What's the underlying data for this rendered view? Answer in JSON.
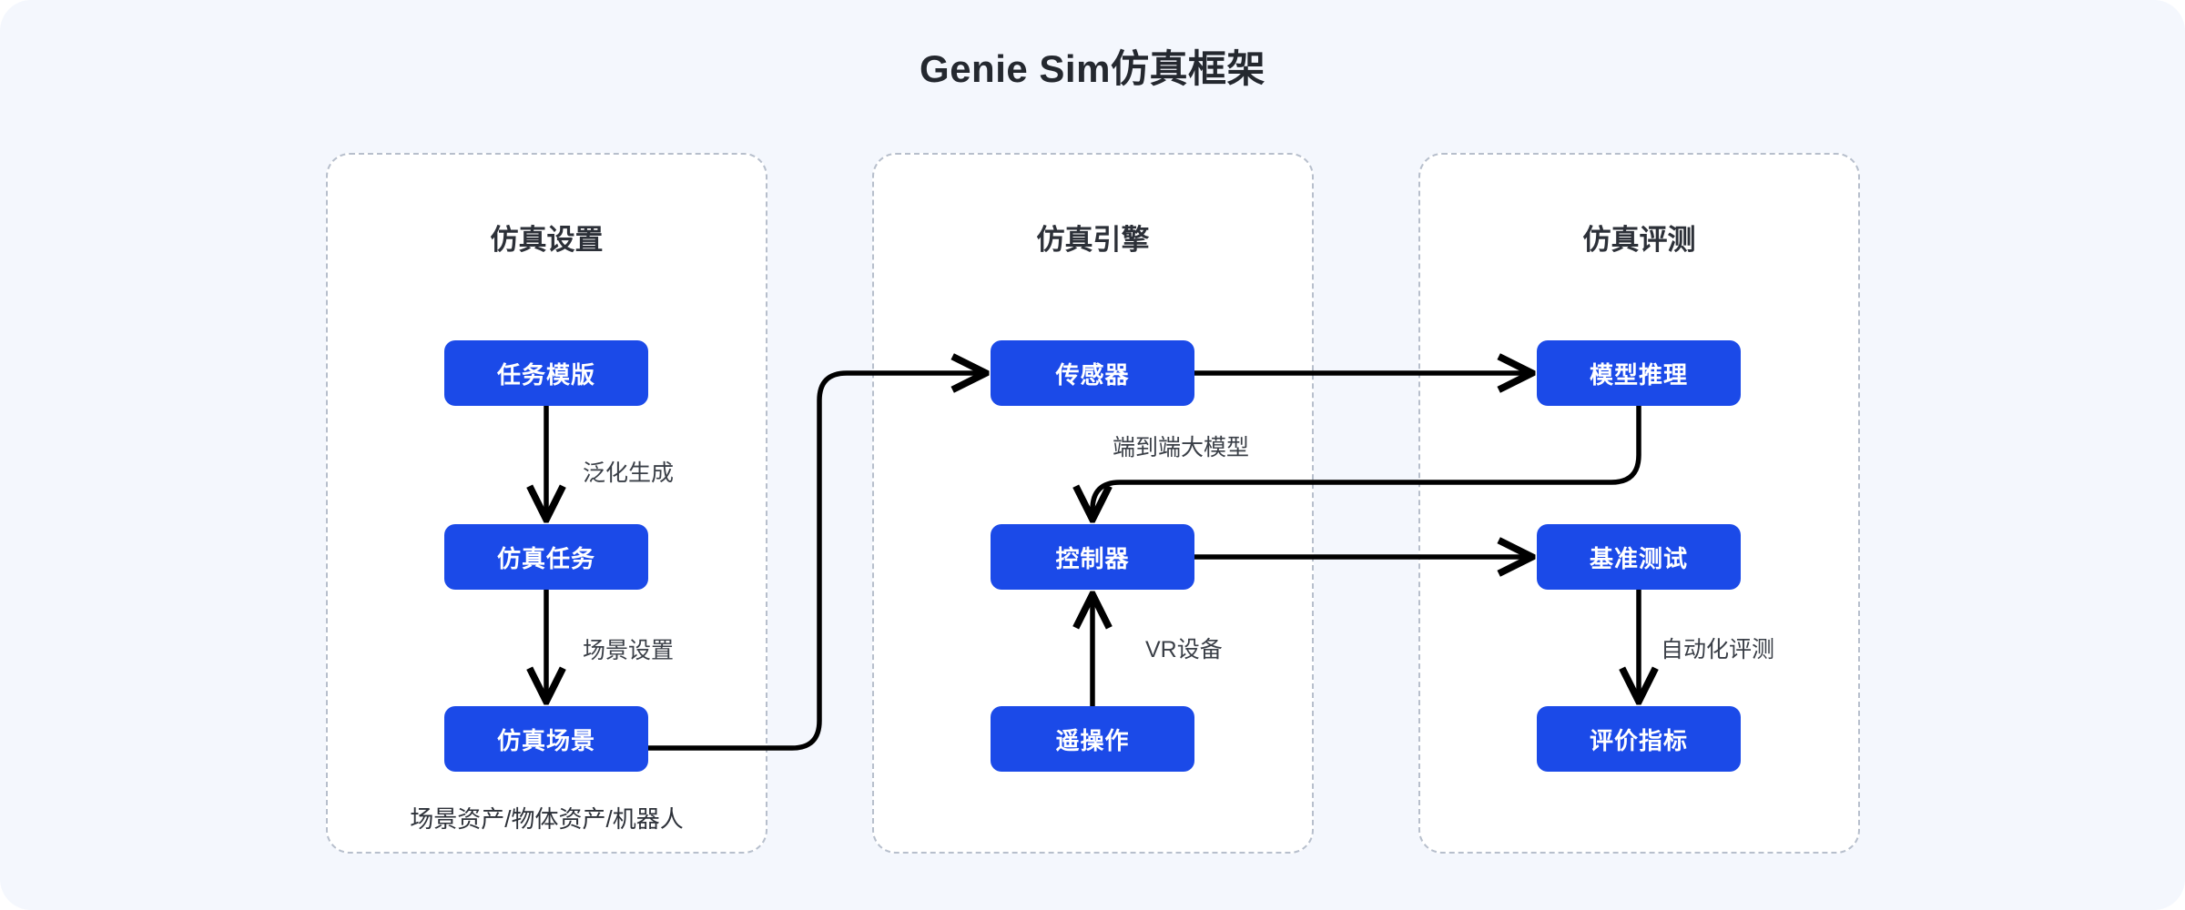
{
  "title": "Genie Sim仿真框架",
  "colors": {
    "background": "#f4f7fd",
    "panel_fill": "#ffffff",
    "panel_border": "#b7bfcc",
    "node_fill": "#1b4ae8",
    "node_text": "#ffffff",
    "edge": "#000000",
    "label_text": "#3a3f47",
    "title_text": "#24282f"
  },
  "panels": [
    {
      "id": "simulation-setup",
      "title": "仿真设置",
      "caption": "场景资产/物体资产/机器人"
    },
    {
      "id": "simulation-engine",
      "title": "仿真引擎",
      "caption": ""
    },
    {
      "id": "simulation-evaluation",
      "title": "仿真评测",
      "caption": ""
    }
  ],
  "nodes": [
    {
      "id": "task-template",
      "label": "任务模版",
      "column": 1,
      "row": 1
    },
    {
      "id": "simulation-task",
      "label": "仿真任务",
      "column": 1,
      "row": 2
    },
    {
      "id": "simulation-scene",
      "label": "仿真场景",
      "column": 1,
      "row": 3
    },
    {
      "id": "sensor",
      "label": "传感器",
      "column": 2,
      "row": 1
    },
    {
      "id": "controller",
      "label": "控制器",
      "column": 2,
      "row": 2
    },
    {
      "id": "teleoperation",
      "label": "遥操作",
      "column": 2,
      "row": 3
    },
    {
      "id": "model-inference",
      "label": "模型推理",
      "column": 3,
      "row": 1
    },
    {
      "id": "benchmark-test",
      "label": "基准测试",
      "column": 3,
      "row": 2
    },
    {
      "id": "evaluation-metric",
      "label": "评价指标",
      "column": 3,
      "row": 3
    }
  ],
  "edges": [
    {
      "id": "task-template-to-simulation-task",
      "from": "task-template",
      "to": "simulation-task",
      "label": "泛化生成"
    },
    {
      "id": "simulation-task-to-simulation-scene",
      "from": "simulation-task",
      "to": "simulation-scene",
      "label": "场景设置"
    },
    {
      "id": "simulation-scene-to-sensor",
      "from": "simulation-scene",
      "to": "sensor",
      "label": ""
    },
    {
      "id": "sensor-to-model-inference",
      "from": "sensor",
      "to": "model-inference",
      "label": ""
    },
    {
      "id": "model-inference-to-controller",
      "from": "model-inference",
      "to": "controller",
      "label": "端到端大模型"
    },
    {
      "id": "teleoperation-to-controller",
      "from": "teleoperation",
      "to": "controller",
      "label": "VR设备"
    },
    {
      "id": "controller-to-benchmark-test",
      "from": "controller",
      "to": "benchmark-test",
      "label": ""
    },
    {
      "id": "benchmark-test-to-evaluation-metric",
      "from": "benchmark-test",
      "to": "evaluation-metric",
      "label": "自动化评测"
    }
  ],
  "edge_labels": {
    "generalization_generation": "泛化生成",
    "scene_setup": "场景设置",
    "end_to_end_model": "端到端大模型",
    "vr_device": "VR设备",
    "automated_evaluation": "自动化评测"
  }
}
